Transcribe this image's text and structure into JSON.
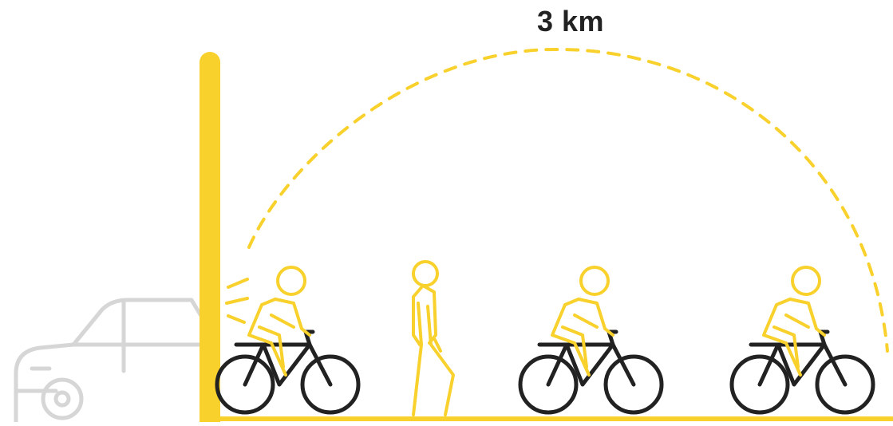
{
  "distance_label": "3 km",
  "colors": {
    "accent": "#F9D12D",
    "bike": "#222222",
    "car": "#D6D6D6",
    "background": "#FFFFFF"
  },
  "icons": [
    "car-icon",
    "barrier-pole",
    "cyclist-icon",
    "pedestrian-icon",
    "range-arc"
  ]
}
